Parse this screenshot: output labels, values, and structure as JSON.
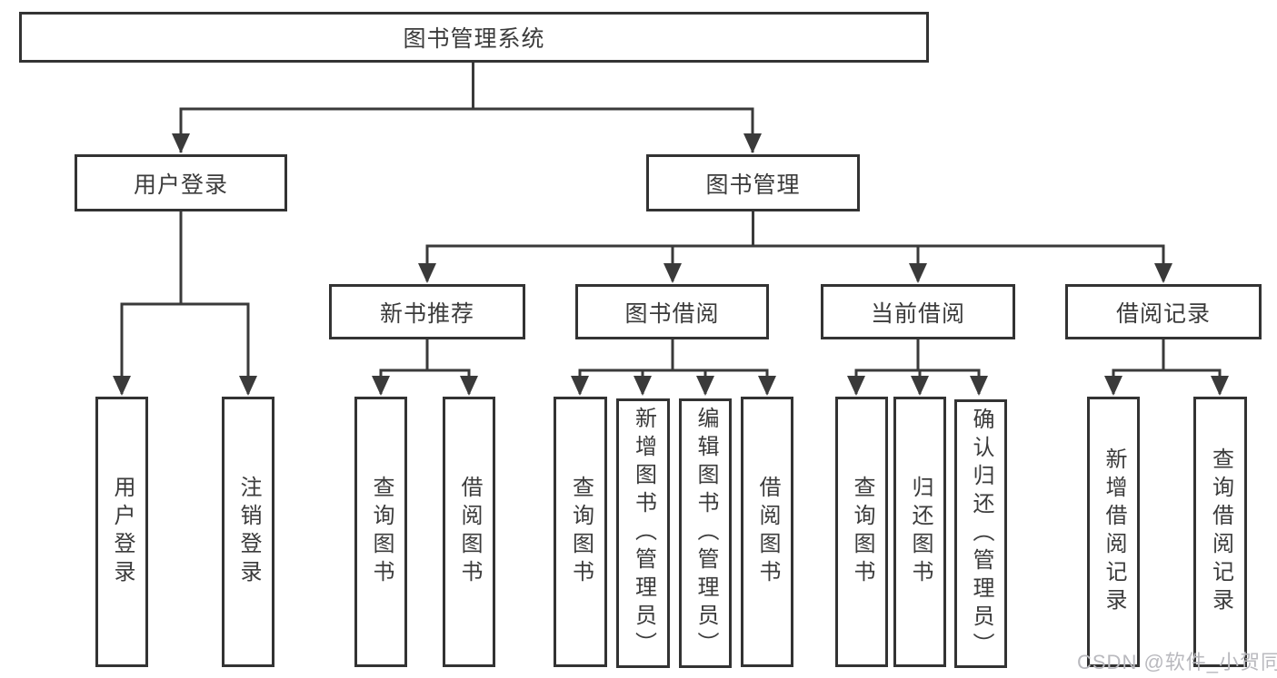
{
  "diagram": {
    "root": {
      "label": "图书管理系统"
    },
    "branches": [
      {
        "label": "用户登录",
        "children": [
          {
            "label": "用户登录"
          },
          {
            "label": "注销登录"
          }
        ]
      },
      {
        "label": "图书管理",
        "children": [
          {
            "label": "新书推荐",
            "children": [
              {
                "label": "查询图书"
              },
              {
                "label": "借阅图书"
              }
            ]
          },
          {
            "label": "图书借阅",
            "children": [
              {
                "label": "查询图书"
              },
              {
                "label": "新增图书（管理员）"
              },
              {
                "label": "编辑图书（管理员）"
              },
              {
                "label": "借阅图书"
              }
            ]
          },
          {
            "label": "当前借阅",
            "children": [
              {
                "label": "查询图书"
              },
              {
                "label": "归还图书"
              },
              {
                "label": "确认归还（管理员）"
              }
            ]
          },
          {
            "label": "借阅记录",
            "children": [
              {
                "label": "新增借阅记录"
              },
              {
                "label": "查询借阅记录"
              }
            ]
          }
        ]
      }
    ]
  },
  "watermark": {
    "text": "CSDN @软件_小贺同学"
  },
  "colors": {
    "line": "#3a3a3a",
    "box_border": "#333333",
    "text": "#3b3b3b",
    "watermark": "#b9b9be",
    "background": "#ffffff"
  }
}
